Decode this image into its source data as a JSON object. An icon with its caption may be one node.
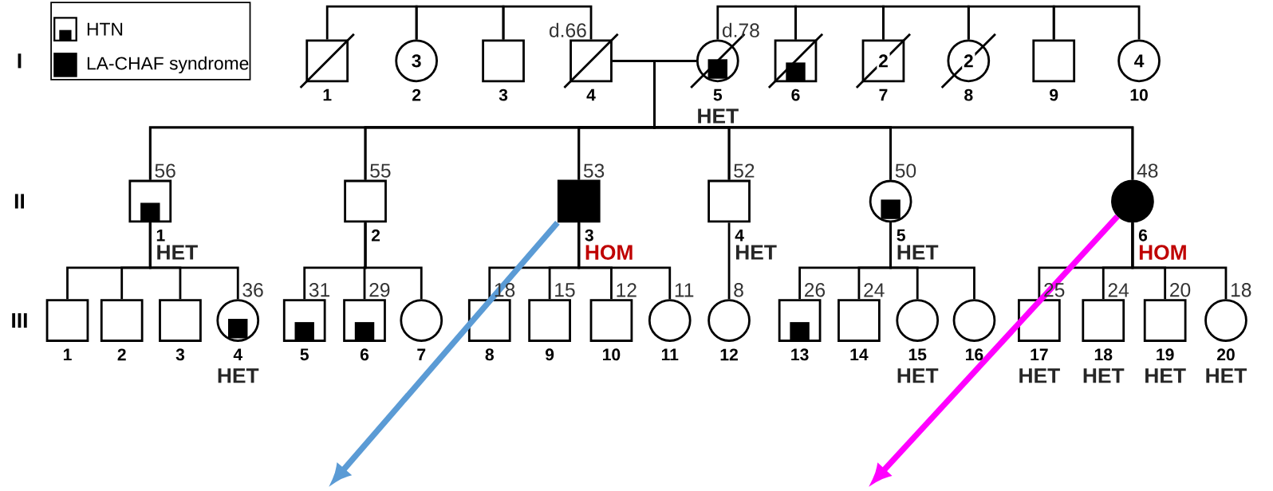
{
  "diagram": {
    "nodes": [
      {
        "text": [],
        "shape": "square",
        "beside": [
          "1"
        ]
      },
      {
        "text": [
          "3"
        ],
        "beside": [
          "2"
        ]
      },
      {
        "text": [],
        "shape": "square",
        "beside": [
          "3"
        ]
      },
      {
        "text": [],
        "shape": "square",
        "beside": [
          "d.66",
          "4"
        ]
      },
      {
        "text": [],
        "shape": "circle",
        "beside": [
          "d.78",
          "5",
          "HET"
        ]
      },
      {
        "text": [],
        "shape": "square",
        "beside": [
          "6"
        ]
      },
      {
        "text": [
          "2"
        ],
        "beside": [
          "7"
        ]
      },
      {
        "text": [
          "2"
        ],
        "beside": [
          "8"
        ]
      },
      {
        "text": [],
        "shape": "square",
        "beside": [
          "9"
        ]
      },
      {
        "text": [
          "4"
        ],
        "beside": [
          "10"
        ]
      },
      {
        "text": [],
        "shape": "square",
        "beside": [
          "56",
          "1",
          "HET"
        ]
      },
      {
        "text": [],
        "shape": "square",
        "beside": [
          "55",
          "2"
        ]
      },
      {
        "text": [],
        "shape": "square",
        "beside": [
          "53",
          "3",
          "HOM"
        ]
      },
      {
        "text": [],
        "shape": "square",
        "beside": [
          "52",
          "4",
          "HET"
        ]
      },
      {
        "text": [],
        "shape": "circle",
        "beside": [
          "50",
          "5",
          "HET"
        ]
      },
      {
        "text": [],
        "shape": "circle",
        "beside": [
          "48",
          "6",
          "HOM"
        ]
      },
      {
        "text": [],
        "shape": "square",
        "beside": [
          "1"
        ]
      },
      {
        "text": [],
        "shape": "square",
        "beside": [
          "2"
        ]
      },
      {
        "text": [],
        "shape": "square",
        "beside": [
          "3"
        ]
      },
      {
        "text": [],
        "shape": "circle",
        "beside": [
          "36",
          "4",
          "HET"
        ]
      },
      {
        "text": [],
        "shape": "square",
        "beside": [
          "31",
          "5"
        ]
      },
      {
        "text": [],
        "shape": "square",
        "beside": [
          "29",
          "6"
        ]
      },
      {
        "text": [],
        "shape": "circle",
        "beside": [
          "7"
        ]
      },
      {
        "text": [],
        "shape": "square",
        "beside": [
          "18",
          "8"
        ]
      },
      {
        "text": [],
        "shape": "square",
        "beside": [
          "15",
          "9"
        ]
      },
      {
        "text": [],
        "shape": "square",
        "beside": [
          "12",
          "10"
        ]
      },
      {
        "text": [],
        "shape": "circle",
        "beside": [
          "11",
          "11"
        ]
      },
      {
        "text": [],
        "shape": "circle",
        "beside": [
          "8",
          "12"
        ]
      },
      {
        "text": [],
        "shape": "square",
        "beside": [
          "26",
          "13"
        ]
      },
      {
        "text": [],
        "shape": "square",
        "beside": [
          "24",
          "14"
        ]
      },
      {
        "text": [],
        "shape": "circle",
        "beside": [
          "15",
          "HET"
        ]
      },
      {
        "text": [],
        "shape": "circle",
        "beside": [
          "16"
        ]
      },
      {
        "text": [],
        "shape": "square",
        "beside": [
          "25",
          "17",
          "HET"
        ]
      },
      {
        "text": [],
        "shape": "square",
        "beside": [
          "24",
          "18",
          "HET"
        ]
      },
      {
        "text": [],
        "shape": "square",
        "beside": [
          "20",
          "19",
          "HET"
        ]
      },
      {
        "text": [],
        "shape": "circle",
        "beside": [
          "18",
          "20",
          "HET"
        ]
      }
    ],
    "edges": [
      {
        "from": 0,
        "to": 1,
        "arrow": "none"
      },
      {
        "from": 1,
        "to": 2,
        "arrow": "none"
      },
      {
        "from": 2,
        "to": 3,
        "arrow": "none"
      },
      {
        "from": 4,
        "to": 5,
        "arrow": "none"
      },
      {
        "from": 5,
        "to": 6,
        "arrow": "none"
      },
      {
        "from": 6,
        "to": 7,
        "arrow": "none"
      },
      {
        "from": 7,
        "to": 8,
        "arrow": "none"
      },
      {
        "from": 8,
        "to": 9,
        "arrow": "none"
      },
      {
        "from": 3,
        "to": 4,
        "arrow": "none"
      },
      {
        "from": 3,
        "to": 10,
        "arrow": "none"
      },
      {
        "from": 3,
        "to": 11,
        "arrow": "none"
      },
      {
        "from": 3,
        "to": 12,
        "arrow": "none"
      },
      {
        "from": 3,
        "to": 13,
        "arrow": "none"
      },
      {
        "from": 3,
        "to": 14,
        "arrow": "none"
      },
      {
        "from": 3,
        "to": 15,
        "arrow": "none"
      },
      {
        "from": 4,
        "to": 10,
        "arrow": "none"
      },
      {
        "from": 4,
        "to": 11,
        "arrow": "none"
      },
      {
        "from": 4,
        "to": 12,
        "arrow": "none"
      },
      {
        "from": 4,
        "to": 13,
        "arrow": "none"
      },
      {
        "from": 4,
        "to": 14,
        "arrow": "none"
      },
      {
        "from": 4,
        "to": 15,
        "arrow": "none"
      },
      {
        "from": 10,
        "to": 16,
        "arrow": "none"
      },
      {
        "from": 10,
        "to": 17,
        "arrow": "none"
      },
      {
        "from": 10,
        "to": 18,
        "arrow": "none"
      },
      {
        "from": 10,
        "to": 19,
        "arrow": "none"
      },
      {
        "from": 11,
        "to": 20,
        "arrow": "none"
      },
      {
        "from": 11,
        "to": 21,
        "arrow": "none"
      },
      {
        "from": 11,
        "to": 22,
        "arrow": "none"
      },
      {
        "from": 12,
        "to": 23,
        "arrow": "none"
      },
      {
        "from": 12,
        "to": 24,
        "arrow": "none"
      },
      {
        "from": 12,
        "to": 25,
        "arrow": "none"
      },
      {
        "from": 12,
        "to": 26,
        "arrow": "none"
      },
      {
        "from": 13,
        "to": 27,
        "arrow": "none"
      },
      {
        "from": 14,
        "to": 28,
        "arrow": "none"
      },
      {
        "from": 14,
        "to": 29,
        "arrow": "none"
      },
      {
        "from": 14,
        "to": 30,
        "arrow": "none"
      },
      {
        "from": 14,
        "to": 31,
        "arrow": "none"
      },
      {
        "from": 15,
        "to": 32,
        "arrow": "none"
      },
      {
        "from": 15,
        "to": 33,
        "arrow": "none"
      },
      {
        "from": 15,
        "to": 34,
        "arrow": "none"
      },
      {
        "from": 15,
        "to": 35,
        "arrow": "none"
      },
      {
        "from": 12,
        "to": null,
        "arrow": "to",
        "style": "thick",
        "color": "#5b9bd5"
      },
      {
        "from": 15,
        "to": null,
        "arrow": "to",
        "style": "thick",
        "color": "#ff00ff"
      }
    ],
    "labels": [
      "I",
      "II",
      "III"
    ],
    "legend": [
      {
        "text": "HTN"
      },
      {
        "text": "LA-CHAF syndrome",
        "color": "#000000"
      }
    ]
  }
}
